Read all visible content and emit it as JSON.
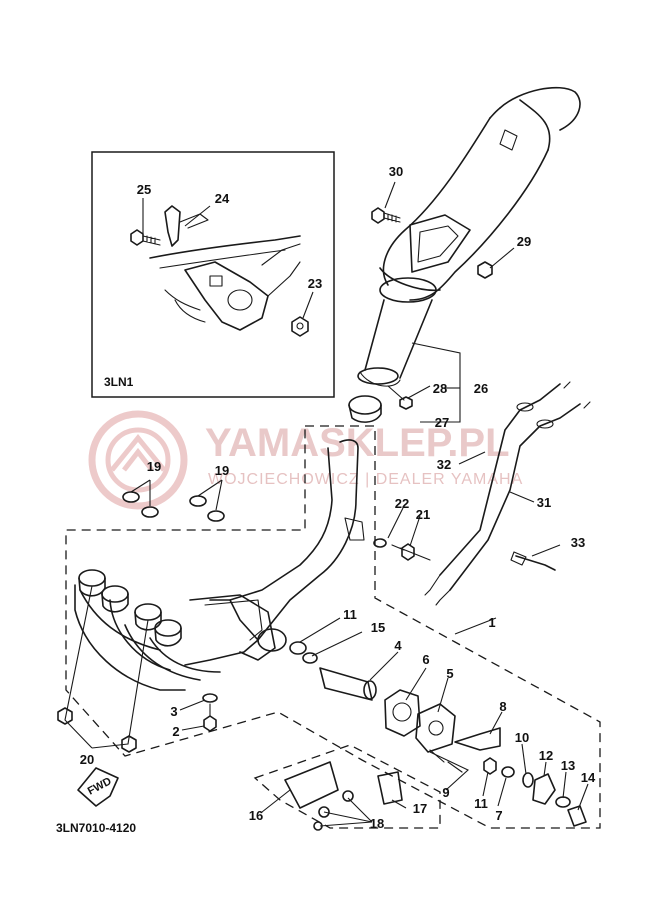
{
  "diagram": {
    "inset_label": "3LN1",
    "drawing_code": "3LN7010-4120",
    "fwd_label": "FWD"
  },
  "watermark": {
    "brand": "YAMASKLEP.PL",
    "subtitle": "WOJCIECHOWICZ | DEALER YAMAHA"
  },
  "callouts": {
    "c1": "1",
    "c2": "2",
    "c3": "3",
    "c4": "4",
    "c5": "5",
    "c6": "6",
    "c7": "7",
    "c8": "8",
    "c9": "9",
    "c10": "10",
    "c11a": "11",
    "c11b": "11",
    "c12": "12",
    "c13": "13",
    "c14": "14",
    "c15": "15",
    "c16": "16",
    "c17": "17",
    "c18": "18",
    "c19a": "19",
    "c19b": "19",
    "c20": "20",
    "c21": "21",
    "c22": "22",
    "c23": "23",
    "c24": "24",
    "c25": "25",
    "c26": "26",
    "c27": "27",
    "c28": "28",
    "c29": "29",
    "c30": "30",
    "c31": "31",
    "c32": "32",
    "c33": "33"
  }
}
